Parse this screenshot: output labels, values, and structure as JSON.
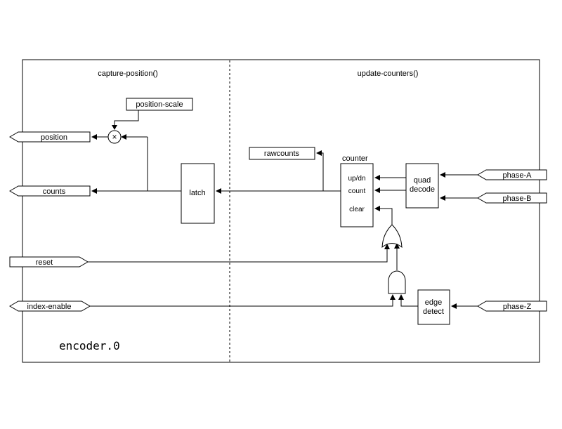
{
  "colors": {
    "line": "#000000",
    "background": "#ffffff"
  },
  "sections": {
    "left_title": "capture-position()",
    "right_title": "update-counters()"
  },
  "component": {
    "label": "encoder.0"
  },
  "blocks": {
    "position_scale": {
      "label": "position-scale"
    },
    "multiplier": {
      "symbol": "×"
    },
    "latch": {
      "label": "latch"
    },
    "rawcounts": {
      "label": "rawcounts"
    },
    "counter": {
      "title": "counter",
      "pins": {
        "updn": "up/dn",
        "count": "count",
        "clear": "clear"
      }
    },
    "quad_decode": {
      "line1": "quad",
      "line2": "decode"
    },
    "edge_detect": {
      "line1": "edge",
      "line2": "detect"
    }
  },
  "pins": {
    "position": {
      "label": "position",
      "direction": "out"
    },
    "counts": {
      "label": "counts",
      "direction": "out"
    },
    "reset": {
      "label": "reset",
      "direction": "in"
    },
    "index_enable": {
      "label": "index-enable",
      "direction": "io"
    },
    "phase_a": {
      "label": "phase-A",
      "direction": "in"
    },
    "phase_b": {
      "label": "phase-B",
      "direction": "in"
    },
    "phase_z": {
      "label": "phase-Z",
      "direction": "in"
    }
  }
}
